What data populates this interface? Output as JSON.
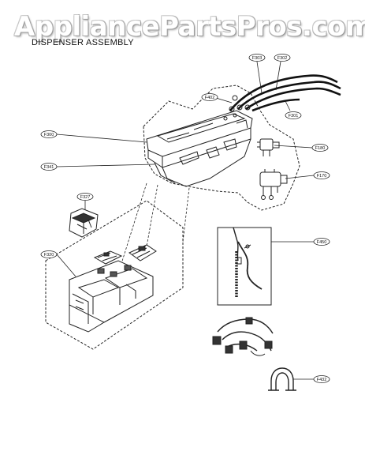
{
  "watermark": "AppliancePartsPros.com",
  "title": "DISPENSER ASSEMBLY",
  "callouts": {
    "f303": "F303",
    "f302": "F302",
    "f402": "F402",
    "f301": "F301",
    "f300": "F300",
    "f180": "F180",
    "f341": "F341",
    "f170": "F170",
    "f327": "F327",
    "f320": "F320",
    "f450": "F450",
    "f432": "F432"
  }
}
